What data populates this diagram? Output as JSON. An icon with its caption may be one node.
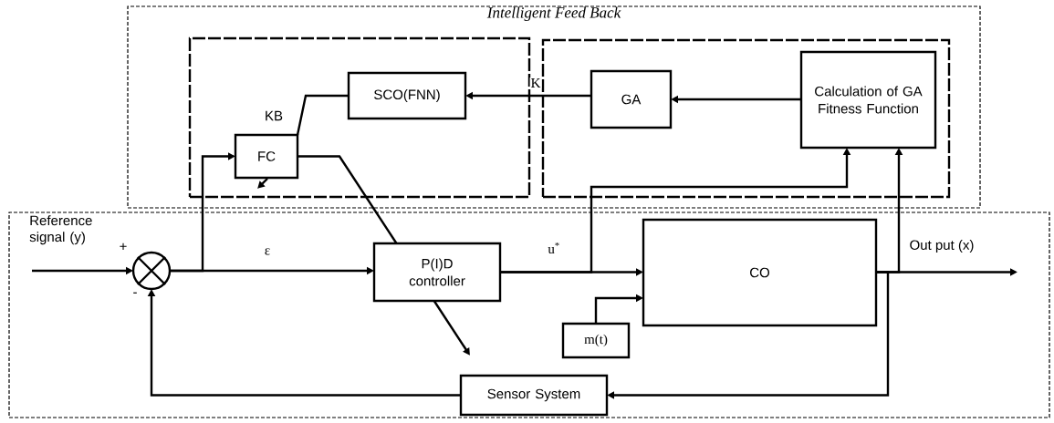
{
  "diagram": {
    "nodes": [
      {
        "text": [
          "Intelligent Feed Back"
        ]
      },
      {
        "text": [],
        "shape": "box",
        "in": 0
      },
      {
        "text": [],
        "shape": "box",
        "in": 0
      },
      {
        "text": [
          "SCO(FNN)"
        ],
        "in": 1
      },
      {
        "text": [
          "FC"
        ],
        "in": 1
      },
      {
        "text": [
          "GA"
        ],
        "in": 2
      },
      {
        "text": [
          "Calculation of GA Fitness Function"
        ],
        "in": 2
      },
      {
        "text": [],
        "shape": "box"
      },
      {
        "text": [],
        "shape": "circle",
        "in": 7,
        "beside": [
          "+",
          "-"
        ]
      },
      {
        "text": [
          "P(I)D controller"
        ],
        "in": 7
      },
      {
        "text": [
          "CO"
        ],
        "in": 7
      },
      {
        "text": [
          "m(t)"
        ],
        "in": 7
      },
      {
        "text": [
          "Sensor System"
        ],
        "in": 7
      }
    ],
    "edges": [
      {
        "from": null,
        "to": 8,
        "arrow": "to"
      },
      {
        "from": 8,
        "to": 9,
        "arrow": "to",
        "label": "ε"
      },
      {
        "from": 8,
        "to": 4,
        "arrow": "to"
      },
      {
        "from": 6,
        "to": 5,
        "arrow": "to"
      },
      {
        "from": 5,
        "to": 3,
        "arrow": "to",
        "label": "K"
      },
      {
        "from": 3,
        "to": 4,
        "arrow": "none"
      },
      {
        "from": 4,
        "to": null,
        "arrow": "to"
      },
      {
        "from": 9,
        "to": 10,
        "arrow": "to",
        "label": "u$^{*}$"
      },
      {
        "from": 9,
        "to": 6,
        "arrow": "to"
      },
      {
        "from": 11,
        "to": 10,
        "arrow": "to"
      },
      {
        "from": 10,
        "to": null,
        "arrow": "to",
        "label": "Out put (x)"
      },
      {
        "from": 10,
        "to": 6,
        "arrow": "to"
      },
      {
        "from": 10,
        "to": 12,
        "arrow": "to"
      },
      {
        "from": 12,
        "to": 8,
        "arrow": "to"
      }
    ],
    "labels": [
      "Reference signal (y)",
      "KB"
    ]
  }
}
